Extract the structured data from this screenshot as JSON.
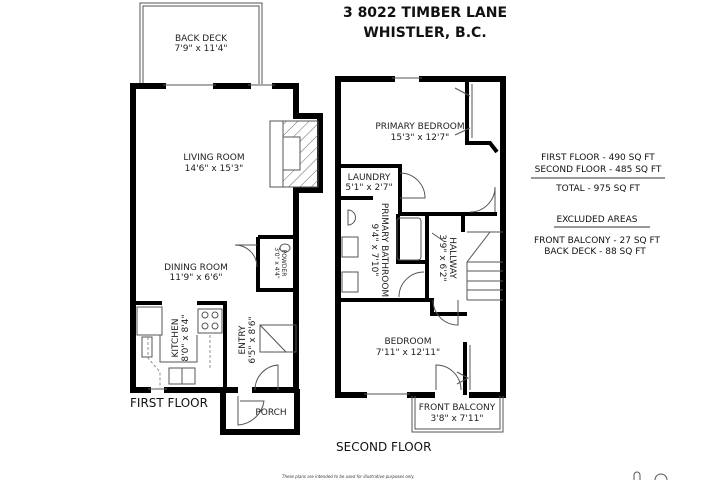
{
  "title": {
    "line1": "3 8022 TIMBER LANE",
    "line2": "WHISTLER, B.C."
  },
  "first_floor": {
    "label": "FIRST FLOOR",
    "rooms": [
      {
        "name": "BACK DECK",
        "dims": "7'9\" x 11'4\""
      },
      {
        "name": "LIVING ROOM",
        "dims": "14'6\" x 15'3\""
      },
      {
        "name": "DINING ROOM",
        "dims": "11'9\" x 6'6\""
      },
      {
        "name": "POWDER",
        "dims": "3'0\" x 4'4\""
      },
      {
        "name": "KITCHEN",
        "dims": "8'0\" x 8'4\""
      },
      {
        "name": "ENTRY",
        "dims": "6'5\" x 8'6\""
      },
      {
        "name": "PORCH",
        "dims": ""
      }
    ]
  },
  "second_floor": {
    "label": "SECOND FLOOR",
    "rooms": [
      {
        "name": "PRIMARY BEDROOM",
        "dims": "15'3\" x 12'7\""
      },
      {
        "name": "LAUNDRY",
        "dims": "5'1\" x 2'7\""
      },
      {
        "name": "PRIMARY BATHROOM",
        "dims": "9'4\" x 7'10\""
      },
      {
        "name": "HALLWAY",
        "dims": "3'9\" x 6'2\""
      },
      {
        "name": "BEDROOM",
        "dims": "7'11\" x 12'11\""
      },
      {
        "name": "FRONT BALCONY",
        "dims": "3'8\" x 7'11\""
      }
    ]
  },
  "areas": {
    "first": "FIRST FLOOR - 490 SQ FT",
    "second": "SECOND FLOOR - 485 SQ FT",
    "total": "TOTAL  -  975 SQ FT",
    "excluded_heading": "EXCLUDED AREAS",
    "balcony": "FRONT BALCONY - 27 SQ FT",
    "deck": "BACK DECK - 88 SQ FT"
  },
  "disclaimer": "These plans are intended to be used for illustrative purposes only."
}
